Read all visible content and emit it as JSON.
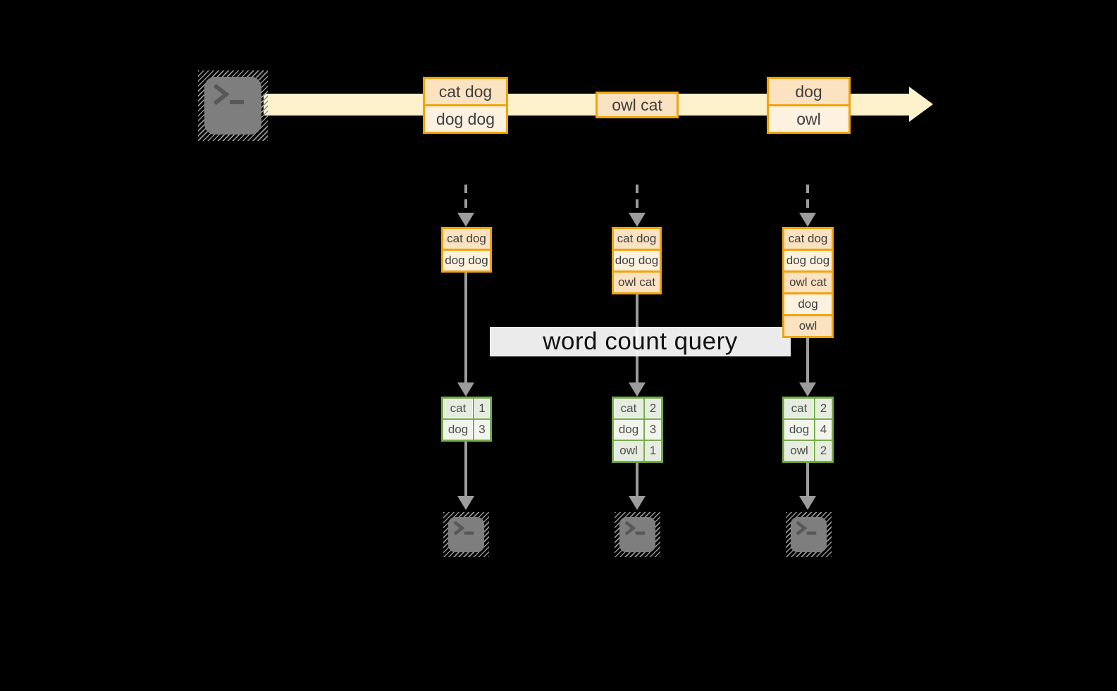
{
  "query_band": {
    "label": "word count query"
  },
  "stream": {
    "events": [
      {
        "lines": [
          "cat dog",
          "dog dog"
        ]
      },
      {
        "lines": [
          "owl cat"
        ]
      },
      {
        "lines": [
          "dog",
          "owl"
        ]
      }
    ]
  },
  "columns": [
    {
      "state": {
        "lines": [
          "cat dog",
          "dog dog"
        ]
      },
      "counts": {
        "rows": [
          [
            "cat",
            "1"
          ],
          [
            "dog",
            "3"
          ]
        ]
      }
    },
    {
      "state": {
        "lines": [
          "cat dog",
          "dog dog",
          "owl cat"
        ]
      },
      "counts": {
        "rows": [
          [
            "cat",
            "2"
          ],
          [
            "dog",
            "3"
          ],
          [
            "owl",
            "1"
          ]
        ]
      }
    },
    {
      "state": {
        "lines": [
          "cat dog",
          "dog dog",
          "owl cat",
          "dog",
          "owl"
        ]
      },
      "counts": {
        "rows": [
          [
            "cat",
            "2"
          ],
          [
            "dog",
            "4"
          ],
          [
            "owl",
            "2"
          ]
        ]
      }
    }
  ],
  "icons": {
    "source": "terminal-prompt-icon",
    "sinks": "terminal-prompt-icon"
  },
  "colors": {
    "stream_band": "#fdf1cb",
    "box_border": "#f0a30c",
    "box_fill_dark": "#fbe2c1",
    "box_fill_light": "#fdf2e0",
    "table_border": "#74ad46",
    "table_fill_dark": "#e6ecdf",
    "table_fill_light": "#f1f5eb",
    "arrow_gray": "#9c9c9c",
    "terminal_gray": "#7e7e7e"
  }
}
